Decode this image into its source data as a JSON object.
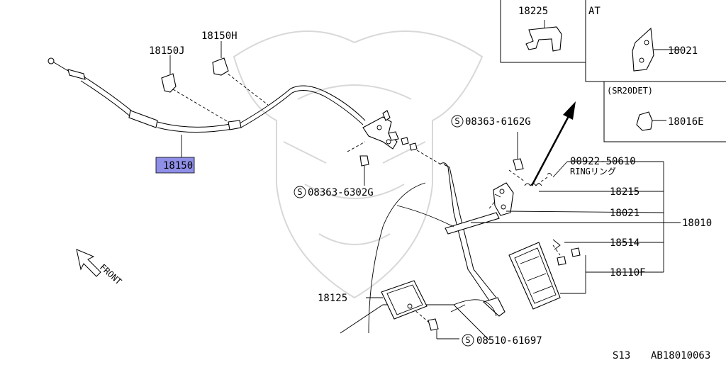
{
  "diagram": {
    "labels": {
      "p18150": "18150",
      "p18150j": "18150J",
      "p18150h": "18150H",
      "p18225": "18225",
      "at": "AT",
      "p18021_inset": "18021",
      "sr20det": "(SR20DET)",
      "p18016e": "18016E",
      "s08363_6162g": "08363-6162G",
      "p00922_50610": "00922-50610",
      "ring": "RINGリング",
      "p18215": "18215",
      "p18021": "18021",
      "p18010": "18010",
      "p18514": "18514",
      "p18110f": "18110F",
      "s08363_6302g": "08363-6302G",
      "p18125": "18125",
      "s08510_61697": "08510-61697",
      "front": "FRONT",
      "footer_model": "S13",
      "footer_code": "AB18010063"
    },
    "circle_s": "S",
    "highlight_color": "#8f8fe8"
  }
}
